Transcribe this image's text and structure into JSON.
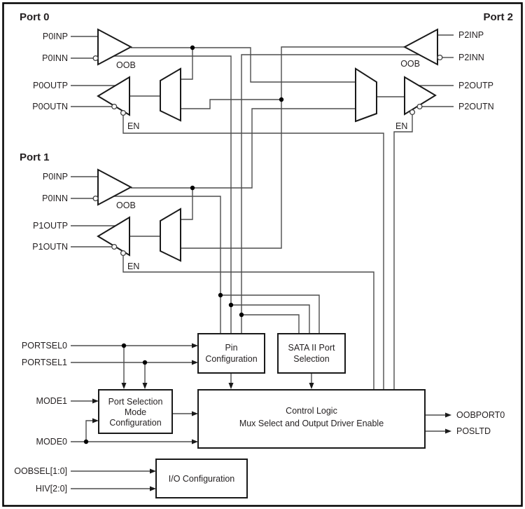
{
  "diagram": {
    "port0": {
      "title": "Port 0",
      "inp": "P0INP",
      "inn": "P0INN",
      "outp": "P0OUTP",
      "outn": "P0OUTN",
      "oob": "OOB",
      "en": "EN"
    },
    "port1": {
      "title": "Port 1",
      "inp": "P0INP",
      "inn": "P0INN",
      "outp": "P1OUTP",
      "outn": "P1OUTN",
      "oob": "OOB",
      "en": "EN"
    },
    "port2": {
      "title": "Port 2",
      "inp": "P2INP",
      "inn": "P2INN",
      "outp": "P2OUTP",
      "outn": "P2OUTN",
      "oob": "OOB",
      "en": "EN"
    },
    "blocks": {
      "pin_config": {
        "line1": "Pin",
        "line2": "Configuration"
      },
      "sata_ii_port_selection": {
        "line1": "SATA II Port",
        "line2": "Selection"
      },
      "port_selection_mode": {
        "line1": "Port Selection",
        "line2": "Mode",
        "line3": "Configuration"
      },
      "control_logic": {
        "line1": "Control Logic",
        "line2": "Mux Select and Output Driver Enable"
      },
      "io_config": {
        "line1": "I/O Configuration"
      }
    },
    "inputs": {
      "portsel0": "PORTSEL0",
      "portsel1": "PORTSEL1",
      "mode1": "MODE1",
      "mode0": "MODE0",
      "oobsel": "OOBSEL[1:0]",
      "hiv": "HIV[2:0]"
    },
    "outputs": {
      "oobport0": "OOBPORT0",
      "posltd": "POSLTD"
    },
    "colors": {
      "wire": "#4d4d4d",
      "shape": "#1a1a1a",
      "text": "#231f20",
      "background": "#ffffff"
    }
  }
}
